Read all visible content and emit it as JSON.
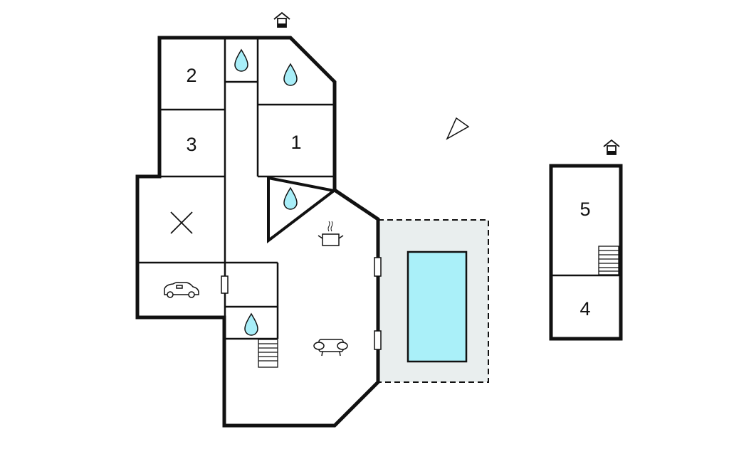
{
  "colors": {
    "wall": "#111111",
    "water": "#a8eef8",
    "terrace": "#e9eeee",
    "pool": "#aaf0f9"
  },
  "main_building": {
    "room_labels": [
      "2",
      "3",
      "1"
    ],
    "icons": [
      "entrance-icon",
      "bathroom-icon",
      "bathroom-icon",
      "bathroom-icon",
      "bathroom-icon",
      "utility-x-icon",
      "garage-car-icon",
      "kitchen-pot-icon",
      "living-sofa-icon",
      "stairs-icon",
      "north-arrow-icon"
    ]
  },
  "annex_building": {
    "room_labels": [
      "5",
      "4"
    ],
    "icons": [
      "entrance-icon",
      "stairs-icon"
    ]
  },
  "outdoor": {
    "areas": [
      "terrace",
      "pool"
    ]
  }
}
